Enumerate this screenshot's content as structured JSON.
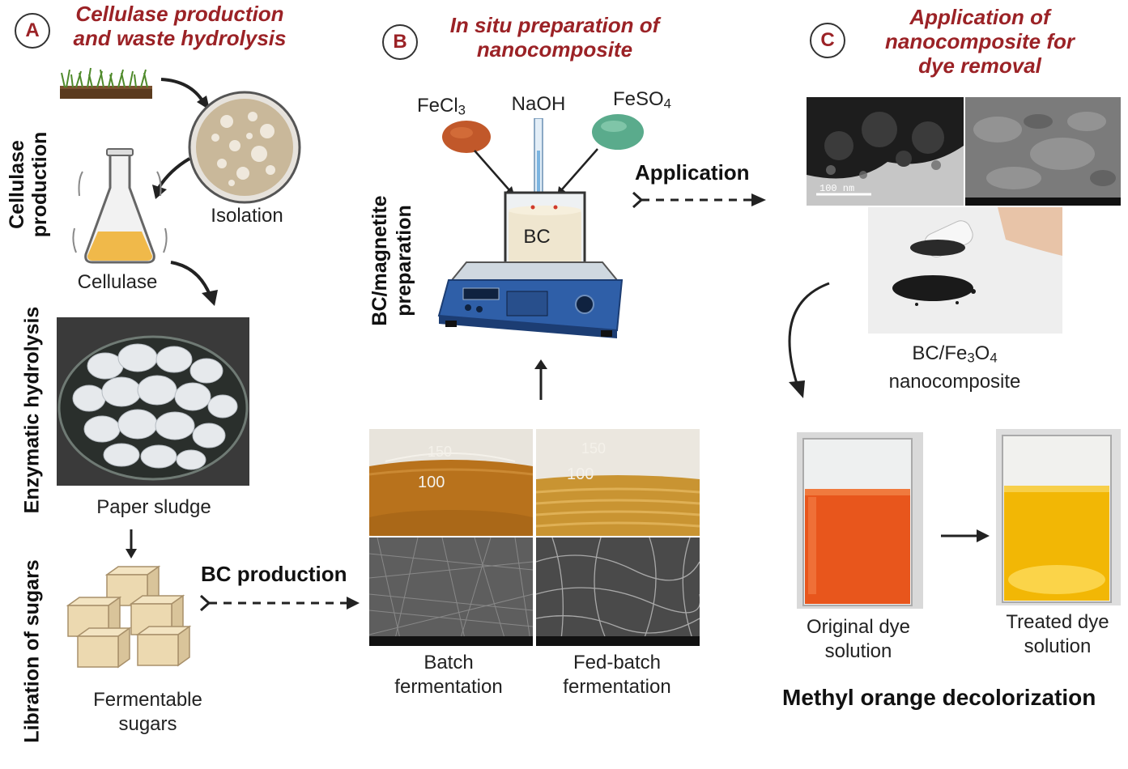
{
  "panelA": {
    "badge": "A",
    "title_line1": "Cellulase production",
    "title_line2": "and waste hydrolysis",
    "isolation": "Isolation",
    "cellulase": "Cellulase",
    "paper_sludge": "Paper sludge",
    "fermentable_line1": "Fermentable",
    "fermentable_line2": "sugars",
    "side_labels": {
      "cellulase_production_line1": "Cellulase",
      "cellulase_production_line2": "production",
      "enzymatic_hydrolysis": "Enzymatic hydrolysis",
      "libration_of_sugars": "Libration of sugars"
    },
    "bc_production": "BC production"
  },
  "panelB": {
    "badge": "B",
    "title_line1": "In situ preparation of",
    "title_line2": "nanocomposite",
    "fecl3": "FeCl",
    "fecl3_sub": "3",
    "naoh": "NaOH",
    "feso4": "FeSO",
    "feso4_sub": "4",
    "bc": "BC",
    "side_line1": "BC/magnetite",
    "side_line2": "preparation",
    "batch_line1": "Batch",
    "batch_line2": "fermentation",
    "fedbatch_line1": "Fed-batch",
    "fedbatch_line2": "fermentation",
    "flask_mark_100": "100",
    "flask_mark_150": "150",
    "application": "Application"
  },
  "panelC": {
    "badge": "C",
    "title_line1": "Application of",
    "title_line2": "nanocomposite for",
    "title_line3": "dye removal",
    "tem_scale": "100 nm",
    "nano_line1": "BC/Fe",
    "nano_sub1": "3",
    "nano_mid": "O",
    "nano_sub2": "4",
    "nano_line2": "nanocomposite",
    "original_line1": "Original dye",
    "original_line2": "solution",
    "treated_line1": "Treated dye",
    "treated_line2": "solution",
    "methyl_orange": "Methyl orange decolorization"
  },
  "colors": {
    "title_red": "#9b2226",
    "orange_dye": "#e8561c",
    "yellow_dye": "#f2b705",
    "hotplate_blue": "#2f5fa8"
  }
}
